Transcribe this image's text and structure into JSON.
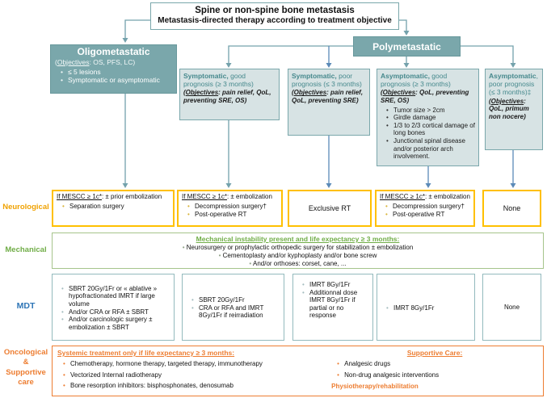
{
  "title": {
    "line1": "Spine or non-spine bone metastasis",
    "line2": "Metastasis-directed therapy according to treatment objective"
  },
  "oligometastatic": {
    "title": "Oligometastatic",
    "obj_pre": "(",
    "obj_label": "Objectives",
    "obj_rest": ": OS, PFS, LC)",
    "bullets": [
      "≤ 5 lesions",
      "Symptomatic or asymptomatic"
    ]
  },
  "polymetastatic": {
    "title": "Polymetastatic"
  },
  "branches": [
    {
      "title_bold": "Symptomatic,",
      "title_rest": " good prognosis (≥ 3 months)",
      "obj_pre": "(",
      "obj_label": "Objectives",
      "obj_rest": ": pain relief, QoL, preventing SRE, OS)"
    },
    {
      "title_bold": "Symptomatic,",
      "title_rest": " poor prognosis (≤ 3 months)",
      "obj_pre": "(",
      "obj_label": "Objectives",
      "obj_rest": ": pain relief, QoL, preventing SRE)"
    },
    {
      "title_bold": "Asymptomatic,",
      "title_rest": " good prognosis (≥ 3 months)",
      "obj_pre": "(",
      "obj_label": "Objectives",
      "obj_rest": ": QoL, preventing SRE, OS)",
      "bullets": [
        "Tumor size > 2cm",
        "Girdle damage",
        "1/3 to 2/3 cortical damage of long bones",
        "Junctional spinal disease and/or posterior arch involvement."
      ]
    },
    {
      "title_bold": "Asymptomatic",
      "title_rest": ", poor prognosis (≤ 3 months)‡",
      "obj_pre": "(",
      "obj_label": "Objectives",
      "obj_rest": ": QoL, primum non nocere)"
    }
  ],
  "row_labels": {
    "neurological": "Neurological",
    "mechanical": "Mechanical",
    "mdt": "MDT",
    "oncological": [
      "Oncological",
      "&",
      "Supportive",
      "care"
    ]
  },
  "neurological": {
    "box1": {
      "heading_u": "If MESCC ≥ 1c*",
      "heading_rest": ": ± prior embolization",
      "bullets": [
        "Separation surgery"
      ]
    },
    "box2": {
      "heading_u": "If MESCC ≥ 1c*",
      "heading_rest": ": ± embolization",
      "bullets": [
        "Decompression surgery†",
        "Post-operative RT"
      ]
    },
    "box3": {
      "text": "Exclusive RT"
    },
    "box4": {
      "heading_u": "If MESCC ≥ 1c*",
      "heading_rest": ": ± embolization",
      "bullets": [
        "Decompression surgery†",
        "Post-operative RT"
      ]
    },
    "box5": {
      "text": "None"
    }
  },
  "mechanical": {
    "heading": "Mechanical instability present and life expectancy ≥ 3 months:",
    "bullets": [
      "Neurosurgery or prophylactic orthopedic surgery for stabilization ± embolization",
      "Cementoplasty and/or kyphoplasty and/or bone screw",
      "And/or orthoses: corset, cane, ..."
    ]
  },
  "mdt": {
    "box1": {
      "bullets": [
        "SBRT 20Gy/1Fr or « ablative » hypofractionated IMRT if large volume",
        "And/or CRA or RFA ± SBRT",
        "And/or carcinologic surgery ± embolization ± SBRT"
      ]
    },
    "box2": {
      "bullets": [
        "SBRT 20Gy/1Fr",
        "CRA or RFA and IMRT 8Gy/1Fr if reirradiation"
      ]
    },
    "box3": {
      "bullets": [
        "IMRT 8Gy/1Fr",
        "Additionnal dose IMRT 8Gy/1Fr if partial or no response"
      ]
    },
    "box4": {
      "bullets": [
        "IMRT 8Gy/1Fr"
      ]
    },
    "box5": {
      "text": "None"
    }
  },
  "oncological": {
    "left": {
      "heading": "Systemic treatment only if life expectancy ≥ 3 months:",
      "bullets": [
        "Chemotherapy, hormone therapy, targeted therapy, immunotherapy",
        "Vectorized Internal radiotherapy",
        "Bone resorption inhibitors: bisphosphonates, denosumab"
      ]
    },
    "right": {
      "heading": "Supportive Care:",
      "bullets": [
        "Analgesic drugs",
        "Non-drug analgesic interventions"
      ],
      "footer": "Physiotherapy/rehabilitation"
    }
  },
  "colors": {
    "teal": "#7aa7ab",
    "teal_light": "#d7e3e4",
    "teal_text": "#46898d",
    "gold": "#FFC000",
    "gold_label": "#F0A202",
    "green": "#70AD47",
    "blue_label": "#2E75B6",
    "orange": "#ED7D31",
    "arrow_teal": "#74a2ac",
    "arrow_blue": "#5b8ab8"
  }
}
